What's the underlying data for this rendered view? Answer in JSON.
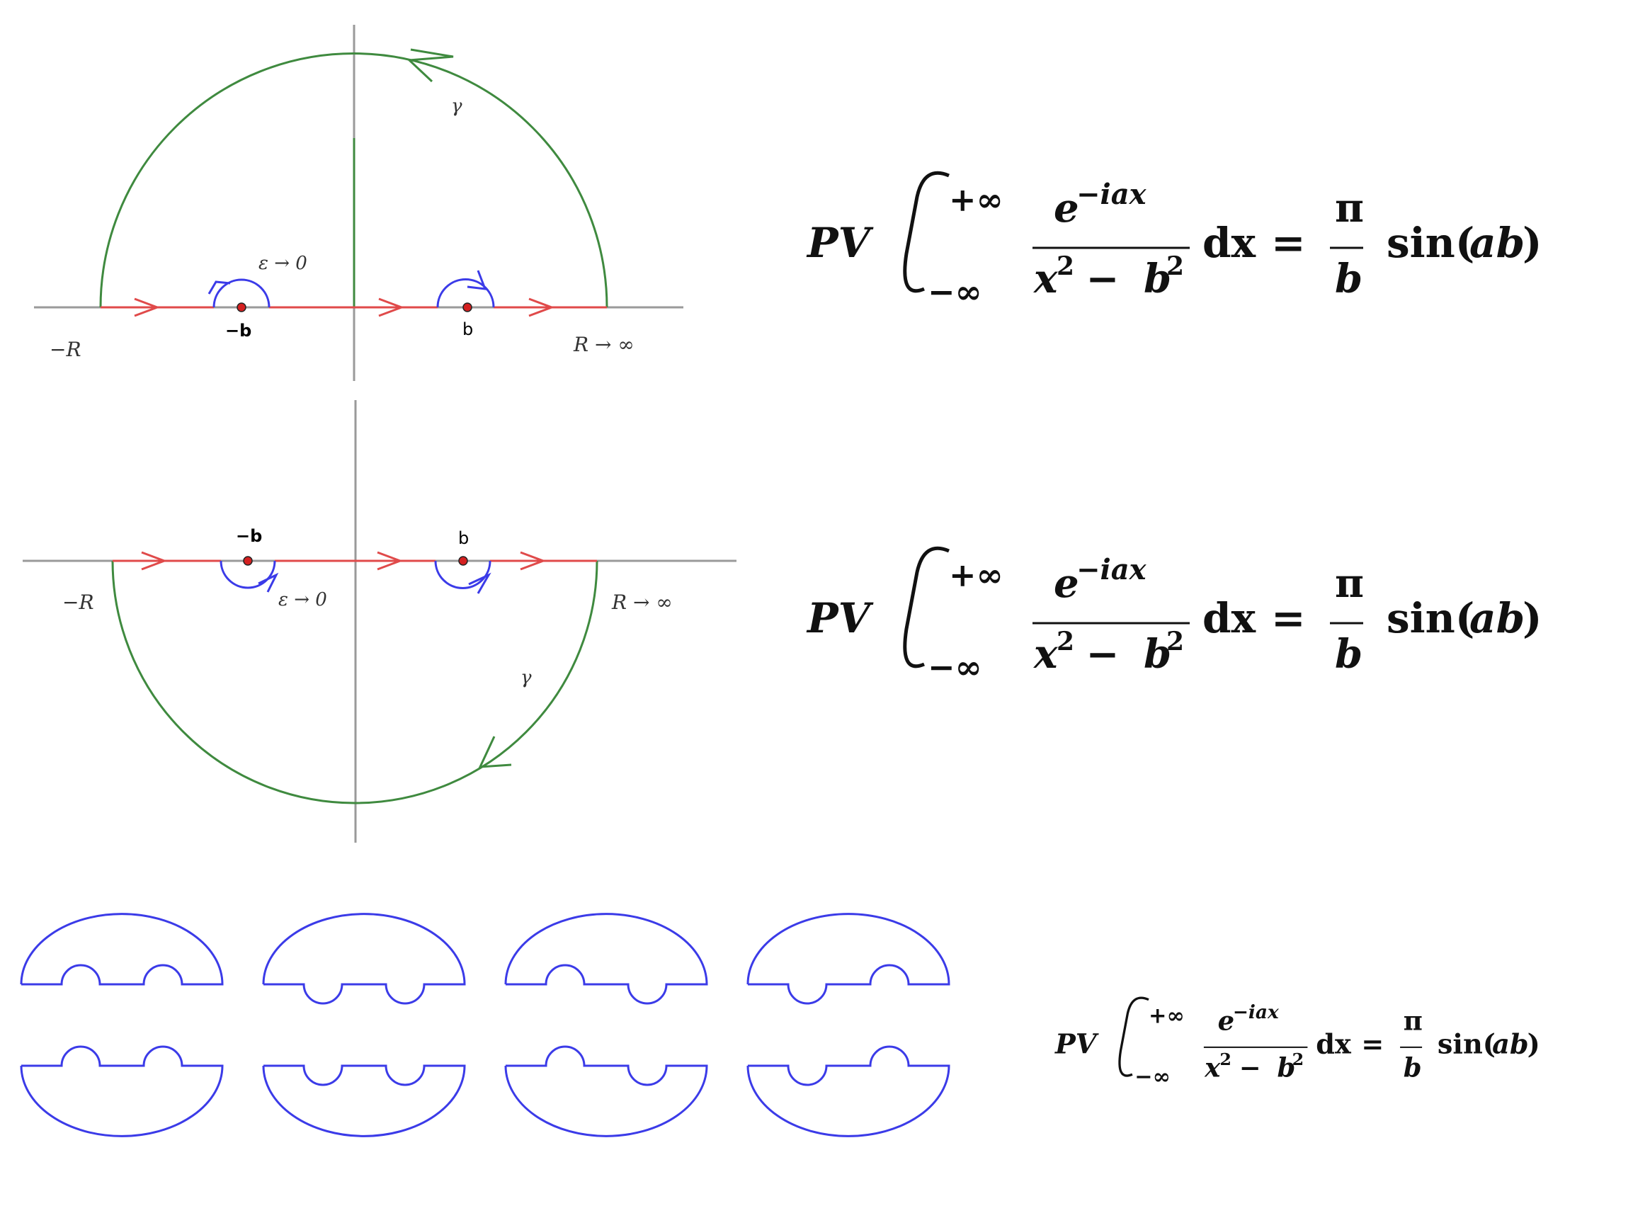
{
  "diagram_top": {
    "neg_b_label": "−b",
    "pos_b_label": "b",
    "neg_R_label": "−R",
    "R_label": "R → ∞",
    "eps_label": "ε → 0",
    "gamma_label": "γ"
  },
  "diagram_middle": {
    "neg_b_label": "−b",
    "pos_b_label": "b",
    "neg_R_label": "−R",
    "R_label": "R → ∞",
    "eps_label": "ε → 0",
    "gamma_label": "γ"
  },
  "equation": {
    "pv": "PV",
    "upper": "+∞",
    "lower": "−∞",
    "numerator": "e",
    "numerator_exp": "−iax",
    "denominator_x": "x",
    "denominator_mid": " − ",
    "denominator_b": "b",
    "sq": "2",
    "dx": "dx",
    "equals": "=",
    "pi": "π",
    "b": "b",
    "sin": "sin(",
    "ab": "ab",
    "close": ")"
  },
  "colors": {
    "contour_green": "#3f8a3f",
    "axis_gray": "#9a9a9a",
    "segment_red": "#e04a4a",
    "indent_blue": "#3b3be8",
    "pole_red": "#d42020"
  }
}
